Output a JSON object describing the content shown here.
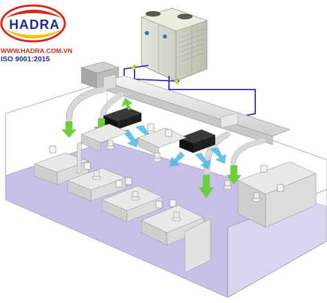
{
  "logo": {
    "brand": "HADRA",
    "website": "WWW.HADRA.COM.VN",
    "certification": "ISO 9001:2015"
  },
  "colors": {
    "logo_blue": "#1c2b8f",
    "logo_red": "#d8261c",
    "logo_yellow": "#f2c200",
    "floor": "#c9c0e8",
    "duct": "#e6e6e6",
    "indoor_unit": "#1b1b1b",
    "refrigerant_pipe": "#2a2ab8",
    "cool_airflow": "#48b8e8",
    "return_airflow": "#6ccf3c",
    "outdoor_unit": "#d6d6c8"
  },
  "icons": [
    "outdoor-condenser-icon",
    "ceiling-cassette-icon",
    "air-handler-icon",
    "office-desk-icon",
    "office-chair-icon",
    "monitor-icon"
  ]
}
